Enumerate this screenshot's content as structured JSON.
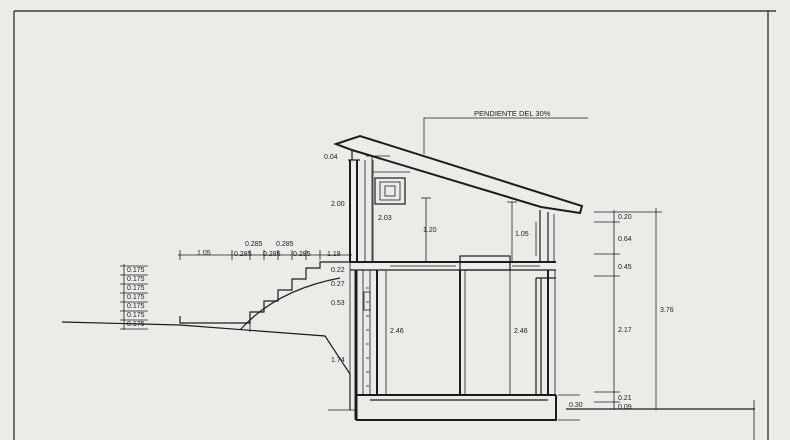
{
  "drawing": {
    "note": "PENDIENTE   DEL  30%",
    "stairs": {
      "risers": [
        "0.175",
        "0.175",
        "0.175",
        "0.175",
        "0.175",
        "0.175",
        "0.175"
      ],
      "treads_top": [
        "0.285",
        "0.285"
      ],
      "treads_bottom": [
        "0.285",
        "0.285",
        "0.285"
      ],
      "landing": "1.05",
      "step": "1.18"
    },
    "upper_left": {
      "d1": "0.04",
      "d2": "2.00",
      "d3": "2.03",
      "d4": "1.20",
      "d5": "1.05"
    },
    "lower_left": {
      "d1": "0.22",
      "d2": "0.27",
      "d3": "0.53",
      "d4": "1.74",
      "h1": "2.46",
      "h2": "2.46",
      "slab": "0.30"
    },
    "right_dims": {
      "a": "0.20",
      "b": "0.64",
      "c": "0.45",
      "d": "2.17",
      "e": "0.21",
      "f": "0.09",
      "total": "3.76"
    }
  }
}
